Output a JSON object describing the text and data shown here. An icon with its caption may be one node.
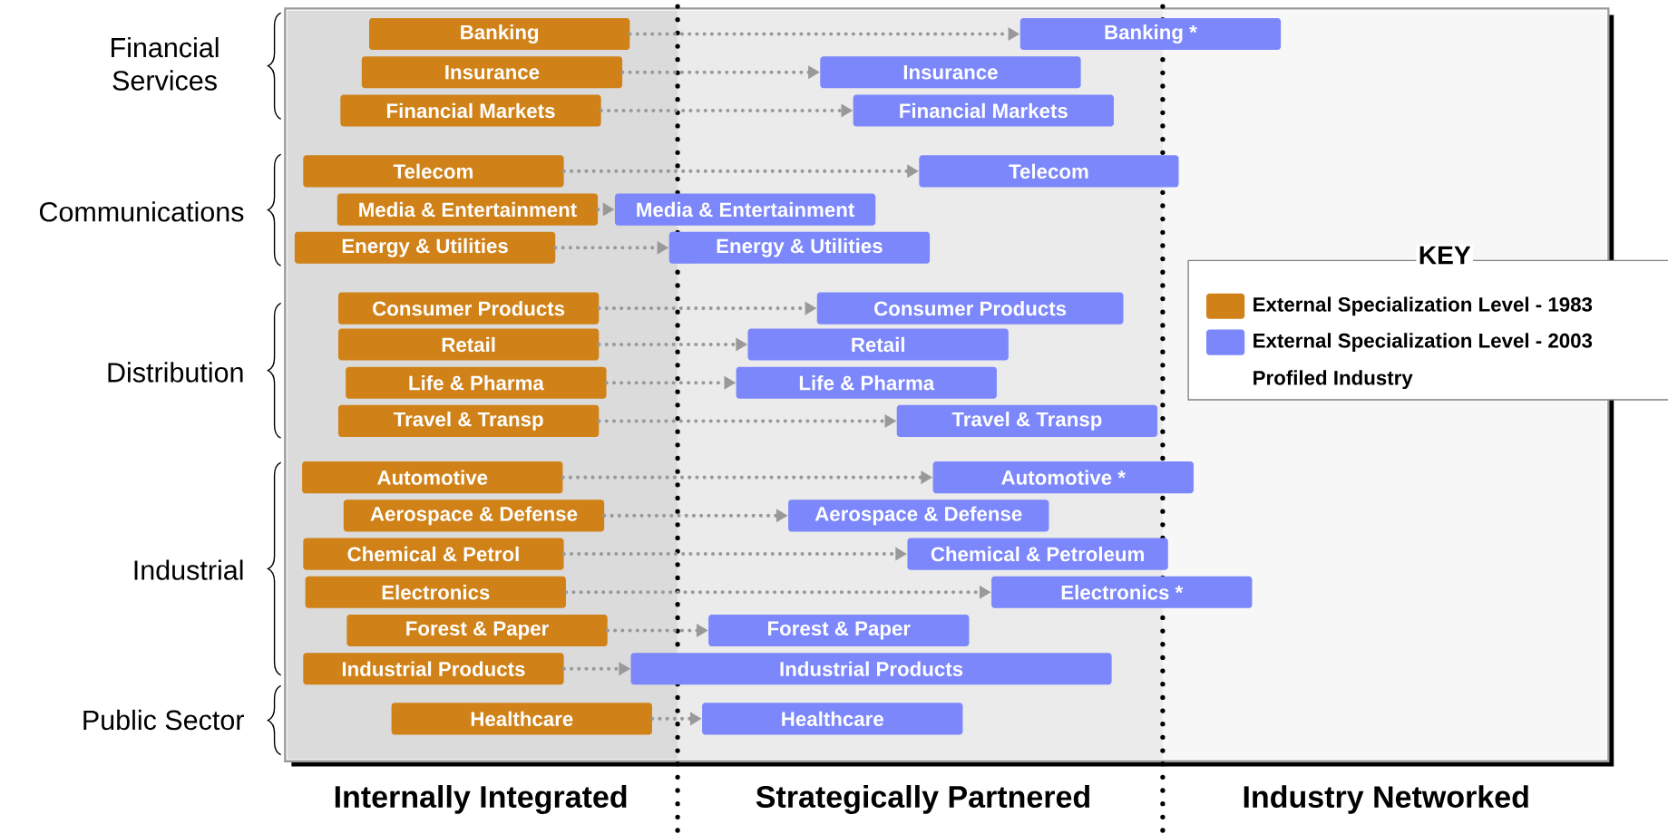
{
  "diagram": {
    "nodes": [
      {
        "text": [
          "Banking"
        ]
      },
      {
        "text": [
          "Banking *"
        ]
      },
      {
        "text": [
          "Insurance"
        ]
      },
      {
        "text": [
          "Insurance"
        ]
      },
      {
        "text": [
          "Financial Markets"
        ]
      },
      {
        "text": [
          "Financial Markets"
        ]
      },
      {
        "text": [
          "Telecom"
        ]
      },
      {
        "text": [
          "Telecom"
        ]
      },
      {
        "text": [
          "Media & Entertainment"
        ]
      },
      {
        "text": [
          "Media & Entertainment"
        ]
      },
      {
        "text": [
          "Energy & Utilities"
        ]
      },
      {
        "text": [
          "Energy & Utilities"
        ]
      },
      {
        "text": [
          "Consumer Products"
        ]
      },
      {
        "text": [
          "Consumer Products"
        ]
      },
      {
        "text": [
          "Retail"
        ]
      },
      {
        "text": [
          "Retail"
        ]
      },
      {
        "text": [
          "Life & Pharma"
        ]
      },
      {
        "text": [
          "Life & Pharma"
        ]
      },
      {
        "text": [
          "Travel & Transp"
        ]
      },
      {
        "text": [
          "Travel & Transp"
        ]
      },
      {
        "text": [
          "Automotive"
        ]
      },
      {
        "text": [
          "Automotive *"
        ]
      },
      {
        "text": [
          "Aerospace & Defense"
        ]
      },
      {
        "text": [
          "Aerospace & Defense"
        ]
      },
      {
        "text": [
          "Chemical & Petrol"
        ]
      },
      {
        "text": [
          "Chemical & Petroleum"
        ]
      },
      {
        "text": [
          "Electronics"
        ]
      },
      {
        "text": [
          "Electronics *"
        ]
      },
      {
        "text": [
          "Forest & Paper"
        ]
      },
      {
        "text": [
          "Forest & Paper"
        ]
      },
      {
        "text": [
          "Industrial Products"
        ]
      },
      {
        "text": [
          "Industrial Products"
        ]
      },
      {
        "text": [
          "Healthcare"
        ]
      },
      {
        "text": [
          "Healthcare"
        ]
      }
    ],
    "edges": [
      {
        "from": 0,
        "to": 1,
        "arrow": "to"
      },
      {
        "from": 2,
        "to": 3,
        "arrow": "to"
      },
      {
        "from": 4,
        "to": 5,
        "arrow": "to"
      },
      {
        "from": 6,
        "to": 7,
        "arrow": "to"
      },
      {
        "from": 8,
        "to": 9,
        "arrow": "to"
      },
      {
        "from": 10,
        "to": 11,
        "arrow": "to"
      },
      {
        "from": 12,
        "to": 13,
        "arrow": "to"
      },
      {
        "from": 14,
        "to": 15,
        "arrow": "to"
      },
      {
        "from": 16,
        "to": 17,
        "arrow": "to"
      },
      {
        "from": 18,
        "to": 19,
        "arrow": "to"
      },
      {
        "from": 20,
        "to": 21,
        "arrow": "to"
      },
      {
        "from": 22,
        "to": 23,
        "arrow": "to"
      },
      {
        "from": 24,
        "to": 25,
        "arrow": "to"
      },
      {
        "from": 26,
        "to": 27,
        "arrow": "to"
      },
      {
        "from": 28,
        "to": 29,
        "arrow": "to"
      },
      {
        "from": 30,
        "to": 31,
        "arrow": "to"
      },
      {
        "from": 32,
        "to": 33,
        "arrow": "to"
      }
    ],
    "labels": [
      "Financial Services",
      "Communications",
      "Distribution",
      "Industrial",
      "Public Sector",
      "Internally Integrated",
      "Strategically Partnered",
      "Industry Networked",
      "KEY"
    ],
    "legend": [
      {
        "text": "External Specialization Level - 1983",
        "color": "#d08218"
      },
      {
        "text": "External Specialization Level - 2003",
        "color": "#7b87fb"
      },
      {
        "text": "Profiled Industry"
      }
    ]
  }
}
